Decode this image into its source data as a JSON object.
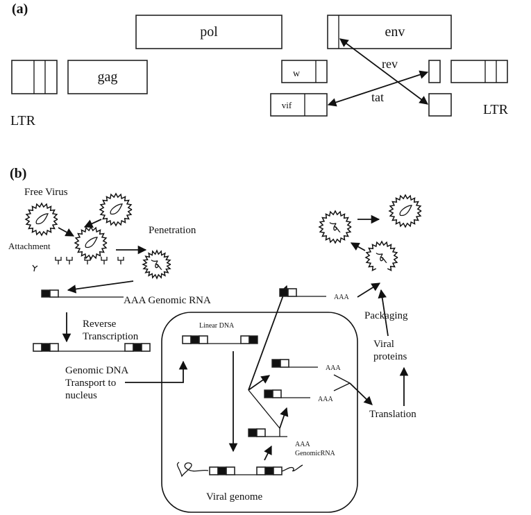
{
  "panel_a": {
    "label": "(a)",
    "genes": {
      "pol": "pol",
      "env": "env",
      "gag": "gag",
      "w": "w",
      "vif": "vif",
      "rev": "rev",
      "tat": "tat",
      "ltr_left": "LTR",
      "ltr_right": "LTR"
    }
  },
  "panel_b": {
    "label": "(b)",
    "free_virus": "Free Virus",
    "attachment": "Attachment",
    "penetration": "Penetration",
    "genomic_rna": "AAA  Genomic RNA",
    "reverse_transcription_line1": "Reverse",
    "reverse_transcription_line2": "Transcription",
    "transport_line1": "Genomic DNA",
    "transport_line2": "Transport to",
    "transport_line3": "nucleus",
    "linear_dna": "Linear DNA",
    "viral_genome": "Viral genome",
    "aaa": "AAA",
    "genomic_rna_nucleus_line1": "AAA",
    "genomic_rna_nucleus_line2": "GenomicRNA",
    "packaging": "Packaging",
    "viral_proteins_line1": "Viral",
    "viral_proteins_line2": "proteins",
    "translation": "Translation"
  }
}
